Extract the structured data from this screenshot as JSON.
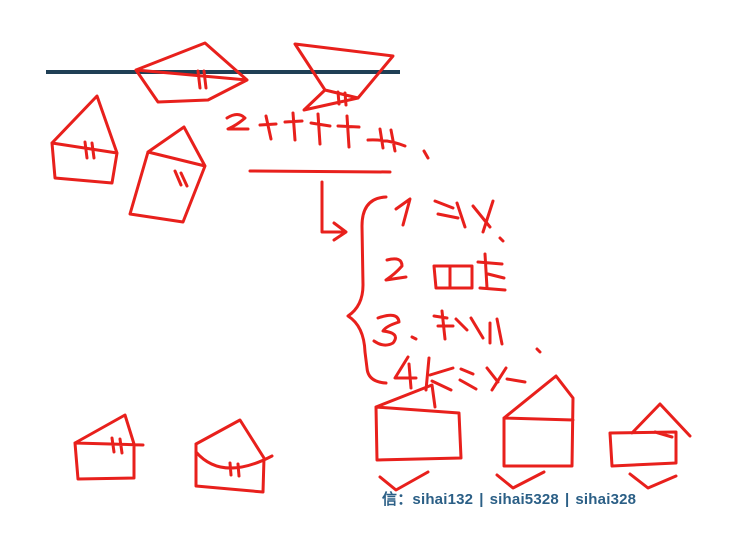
{
  "colors": {
    "ink": "#e8201c",
    "baseline": "#1f3f55",
    "footer_text": "#2b5f86"
  },
  "footer": {
    "prefix": "信：",
    "id_1": "sihai132",
    "id_2": "sihai5328",
    "id_3": "sihai328",
    "separator": "|"
  }
}
